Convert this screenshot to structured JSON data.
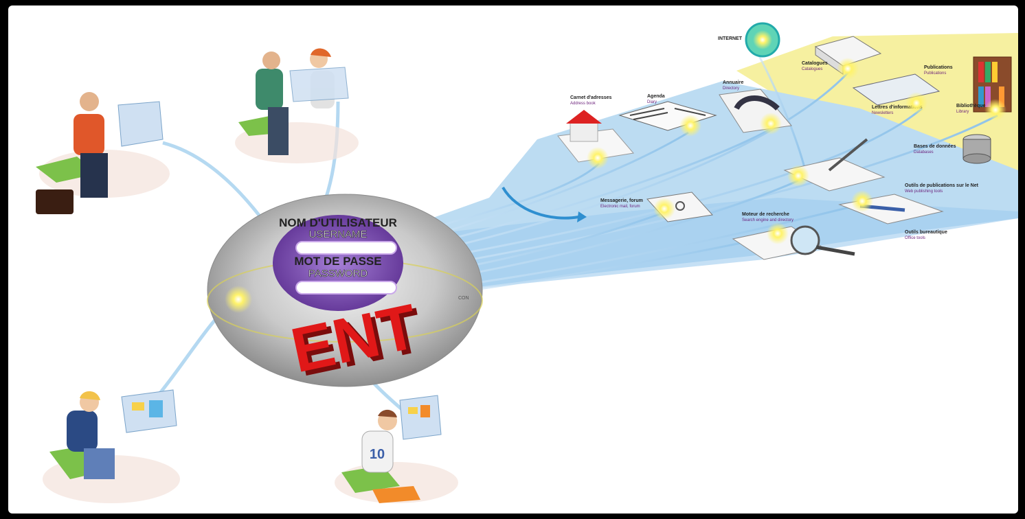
{
  "login": {
    "username_label_fr": "NOM D'UTILISATEUR",
    "username_label_en": "USERNAME",
    "password_label_fr": "MOT DE PASSE",
    "password_label_en": "PASSWORD",
    "username_value": "",
    "password_value": "",
    "partial_label": "CON"
  },
  "ent_logo": "ENT",
  "services": {
    "internet": "INTERNET",
    "address_book": {
      "fr": "Carnet d'adresses",
      "en": "Address book"
    },
    "agenda": {
      "fr": "Agenda",
      "en": "Diary"
    },
    "directory": {
      "fr": "Annuaire",
      "en": "Directory"
    },
    "catalogues": {
      "fr": "Catalogues",
      "en": "Catalogues"
    },
    "publications": {
      "fr": "Publications",
      "en": "Publications"
    },
    "newsletters": {
      "fr": "Lettres d'informations",
      "en": "Newsletters"
    },
    "library": {
      "fr": "Bibliothèque",
      "en": "Library"
    },
    "databases": {
      "fr": "Bases de données",
      "en": "Databases"
    },
    "messaging": {
      "fr": "Messagerie, forum",
      "en": "Electronic mail, forum"
    },
    "web_publishing": {
      "fr": "Outils de publications sur le Net",
      "en": "Web publishing tools"
    },
    "search": {
      "fr": "Moteur de recherche",
      "en": "Search engine and directory"
    },
    "office_tools": {
      "fr": "Outils bureautique",
      "en": "Office tools"
    }
  },
  "users": {
    "student_jersey": "10"
  },
  "colors": {
    "ent_red": "#e01818",
    "panel_purple": "#6b3fa0",
    "stream_blue": "#8fc3ea",
    "platform_yellow": "#f6f0a0",
    "glow": "#fff36a"
  }
}
